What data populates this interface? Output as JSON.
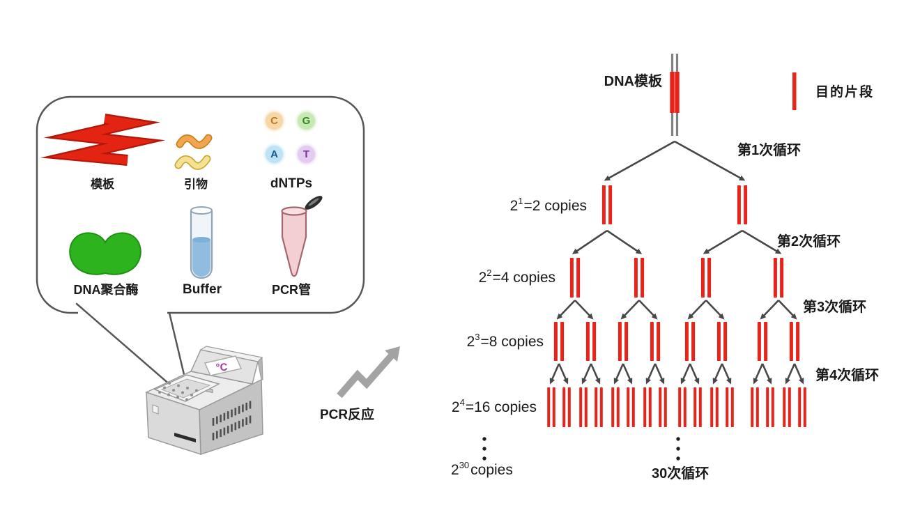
{
  "colors": {
    "red": "#e8231a",
    "red_dark": "#b3170a",
    "tree_line": "#474747",
    "template_gray": "#808080",
    "text": "#1a1a1a",
    "bubble_border": "#565656",
    "machine_body": "#dadada",
    "machine_side": "#c3c3c3",
    "machine_top": "#ededed",
    "arrow_gray": "#a3a3a3",
    "display_temp_color": "#a13a9d"
  },
  "left_panel": {
    "items_row1": [
      {
        "id": "template",
        "label": "模板"
      },
      {
        "id": "primers",
        "label": "引物"
      },
      {
        "id": "dntps",
        "label": "dNTPs"
      }
    ],
    "items_row2": [
      {
        "id": "polymerase",
        "label": "DNA聚合酶"
      },
      {
        "id": "buffer",
        "label": "Buffer"
      },
      {
        "id": "pcr-tube",
        "label": "PCR管"
      }
    ],
    "nucleotides": [
      {
        "letter": "C",
        "bg": "#f6d7a8",
        "fg": "#bf7a1f"
      },
      {
        "letter": "G",
        "bg": "#c8e9b6",
        "fg": "#2f8a1d"
      },
      {
        "letter": "A",
        "bg": "#bfe3f4",
        "fg": "#155a85"
      },
      {
        "letter": "T",
        "bg": "#e4ccf0",
        "fg": "#7d2f9e"
      }
    ],
    "machine_display": "°C",
    "reaction_label": "PCR反应"
  },
  "right_panel": {
    "template_label": "DNA模板",
    "legend_label": "目的片段",
    "cycle_labels": [
      "第1次循环",
      "第2次循环",
      "第3次循环",
      "第4次循环"
    ],
    "final_cycle_label": "30次循环",
    "copy_labels": [
      {
        "base": "2",
        "exp": "1",
        "rest": "=2 copies"
      },
      {
        "base": "2",
        "exp": "2",
        "rest": "=4 copies"
      },
      {
        "base": "2",
        "exp": "3",
        "rest": "=8 copies"
      },
      {
        "base": "2",
        "exp": "4",
        "rest": "=16 copies"
      },
      {
        "base": "2",
        "exp": "30",
        "rest": "copies"
      }
    ],
    "copies_per_cycle": [
      2,
      4,
      8,
      16
    ],
    "total_cycles": 30
  }
}
